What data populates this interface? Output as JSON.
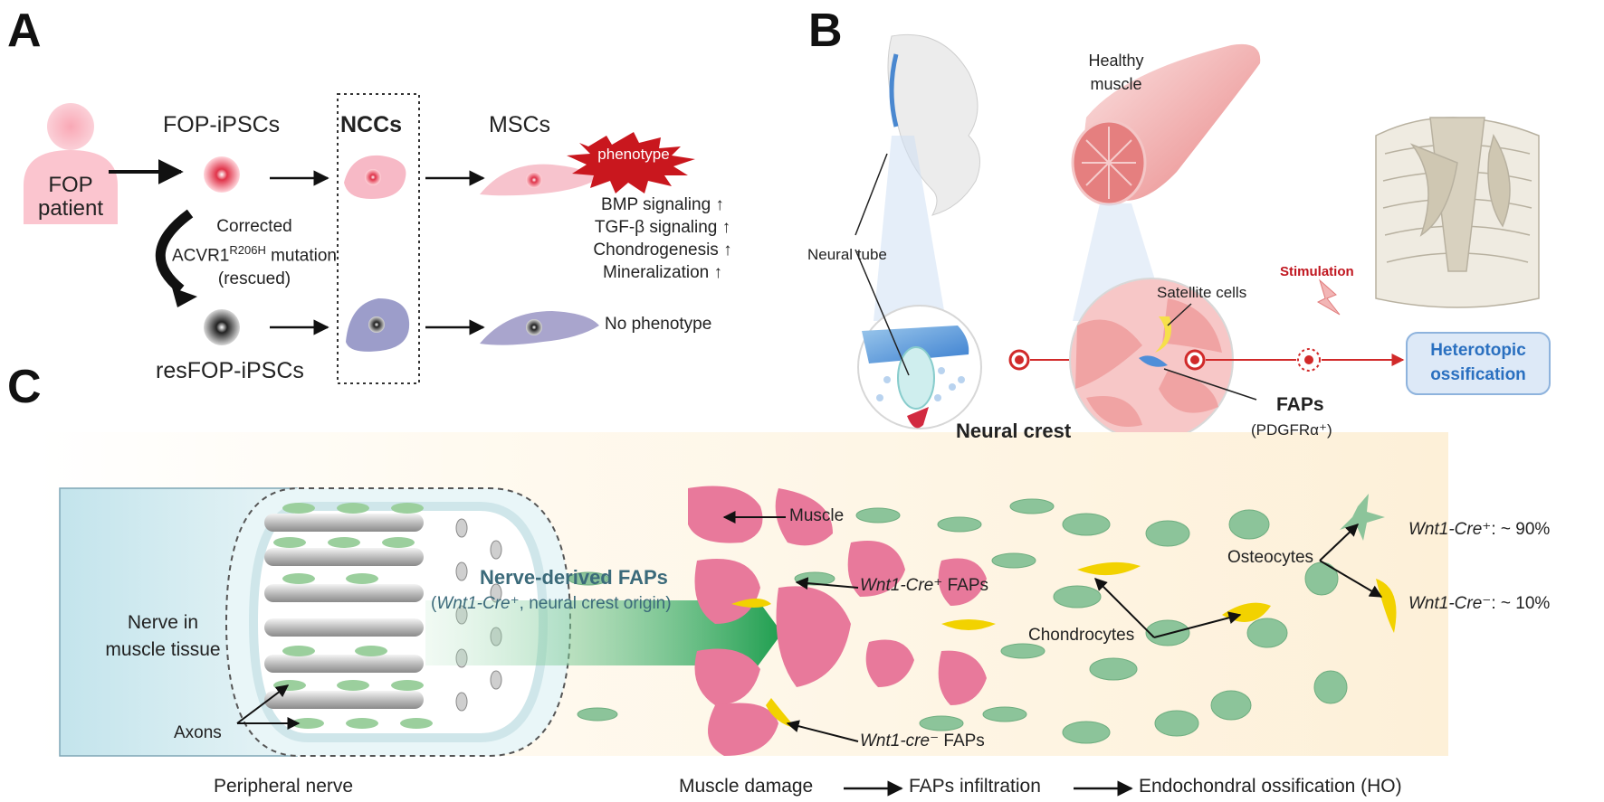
{
  "panels": {
    "a": "A",
    "b": "B",
    "c": "C"
  },
  "panel_a": {
    "patient_line1": "FOP",
    "patient_line2": "patient",
    "fop_ipscs": "FOP-iPSCs",
    "nccs": "NCCs",
    "mscs": "MSCs",
    "phenotype": "phenotype",
    "signals": [
      "BMP signaling ↑",
      "TGF-β signaling ↑",
      "Chondrogenesis ↑",
      "Mineralization ↑"
    ],
    "corrected": "Corrected",
    "acvr1": "ACVR1",
    "acvr1_sup": "R206H",
    "mutation": " mutation",
    "rescued": "(rescued)",
    "res_ipscs": "resFOP-iPSCs",
    "no_phenotype": "No phenotype"
  },
  "panel_b": {
    "healthy_muscle_1": "Healthy",
    "healthy_muscle_2": "muscle",
    "neural_tube": "Neural tube",
    "satellite_cells": "Satellite cells",
    "stimulation": "Stimulation",
    "heterotopic_1": "Heterotopic",
    "heterotopic_2": "ossification",
    "neural_crest": "Neural crest",
    "faps": "FAPs",
    "pdgfra": "(PDGFRα⁺)"
  },
  "panel_c": {
    "nerve_1": "Nerve in",
    "nerve_2": "muscle tissue",
    "axons": "Axons",
    "nerve_faps": "Nerve-derived FAPs",
    "nerve_faps_sub_open": "(",
    "nerve_faps_sub_it": "Wnt1-Cre⁺",
    "nerve_faps_sub_rest": ", neural crest origin)",
    "muscle": "Muscle",
    "wnt_pos_faps_it": "Wnt1-Cre⁺",
    "wnt_pos_faps_rest": " FAPs",
    "wnt_neg_faps_it": "Wnt1-cre⁻",
    "wnt_neg_faps_rest": " FAPs",
    "osteocytes": "Osteocytes",
    "chondrocytes": "Chondrocytes",
    "wnt_pos_pct_it": "Wnt1-Cre⁺",
    "wnt_pos_pct_rest": ": ~ 90%",
    "wnt_neg_pct_it": "Wnt1-Cre⁻",
    "wnt_neg_pct_rest": ": ~ 10%",
    "peripheral_nerve": "Peripheral nerve",
    "flow": [
      "Muscle damage",
      "FAPs infiltration",
      "Endochondral ossification (HO)"
    ]
  },
  "colors": {
    "fop_red": "#e0344a",
    "res_black": "#222222",
    "nerve_green": "#2e9e5b",
    "cartilage_yellow": "#f2d200",
    "muscle_pink": "#d9607c",
    "fap_green": "#8cc49a",
    "ossification_blue": "#2a70c0"
  }
}
